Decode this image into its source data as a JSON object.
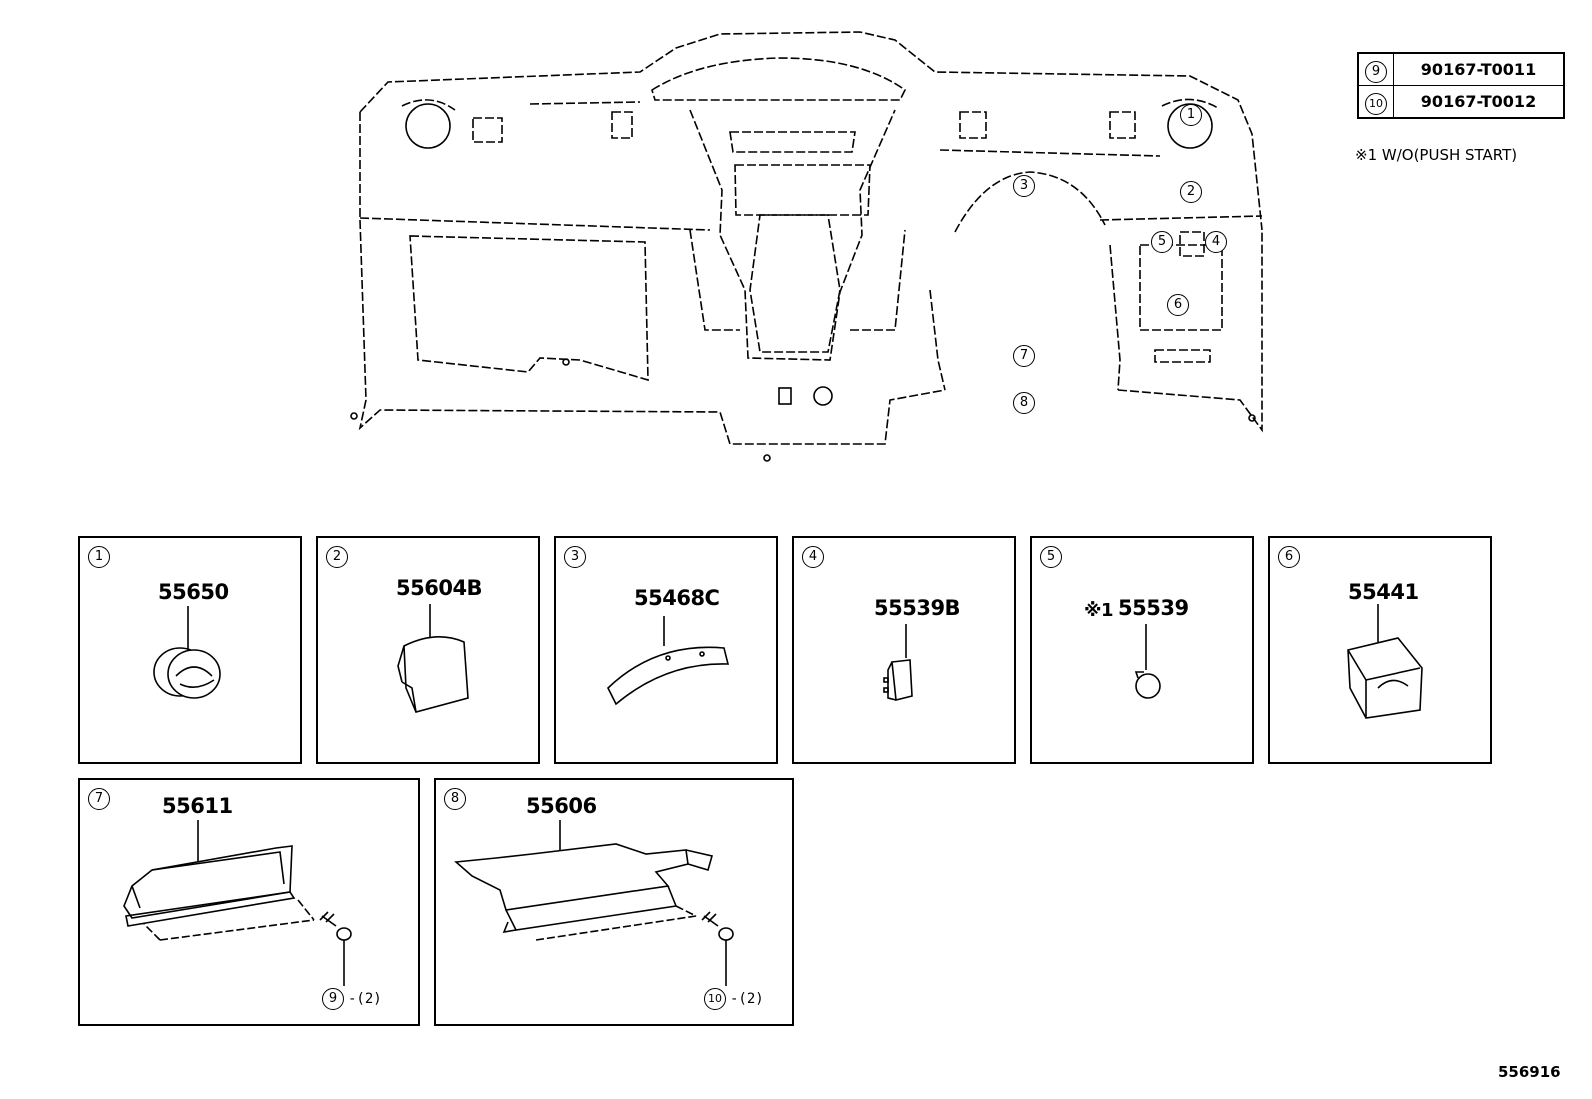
{
  "reference_table": [
    {
      "ref": "9",
      "part_number": "90167-T0011"
    },
    {
      "ref": "10",
      "part_number": "90167-T0012"
    }
  ],
  "note": "※1 W/O(PUSH START)",
  "overview_callouts": [
    "1",
    "2",
    "3",
    "4",
    "5",
    "6",
    "7",
    "8"
  ],
  "panels": [
    {
      "ref": "1",
      "part_number": "55650",
      "icon": "round-air-vent-icon"
    },
    {
      "ref": "2",
      "part_number": "55604B",
      "icon": "side-vent-cover-icon"
    },
    {
      "ref": "3",
      "part_number": "55468C",
      "icon": "curved-trim-strip-icon"
    },
    {
      "ref": "4",
      "part_number": "55539B",
      "icon": "small-switch-cover-icon"
    },
    {
      "ref": "5",
      "part_number": "55539",
      "prefix": "※1",
      "icon": "round-plug-cap-icon"
    },
    {
      "ref": "6",
      "part_number": "55441",
      "icon": "box-compartment-icon"
    },
    {
      "ref": "7",
      "part_number": "55611",
      "fastener_ref": "9",
      "fastener_qty": "-(2)",
      "icon": "lower-panel-icon"
    },
    {
      "ref": "8",
      "part_number": "55606",
      "fastener_ref": "10",
      "fastener_qty": "-(2)",
      "icon": "under-cover-icon"
    }
  ],
  "image_code": "556916"
}
